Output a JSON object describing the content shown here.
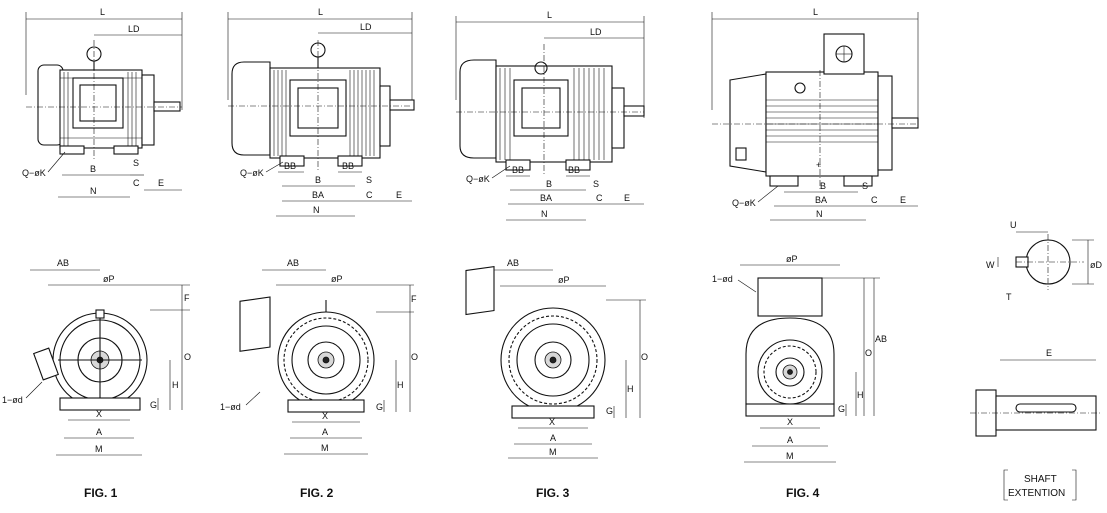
{
  "figures": [
    {
      "caption": "FIG. 1"
    },
    {
      "caption": "FIG. 2"
    },
    {
      "caption": "FIG. 3"
    },
    {
      "caption": "FIG. 4"
    }
  ],
  "dims": {
    "L": "L",
    "LD": "LD",
    "B": "B",
    "BB": "BB",
    "BA": "BA",
    "C": "C",
    "S": "S",
    "E": "E",
    "N": "N",
    "QK": "Q−øK",
    "AB": "AB",
    "P": "øP",
    "F": "F",
    "O": "O",
    "H": "H",
    "G": "G",
    "X": "X",
    "A": "A",
    "M": "M",
    "d": "1−ød",
    "U": "U",
    "W": "W",
    "T": "T",
    "D": "øD"
  },
  "shaft": {
    "line1": "SHAFT",
    "line2": "EXTENTION"
  }
}
